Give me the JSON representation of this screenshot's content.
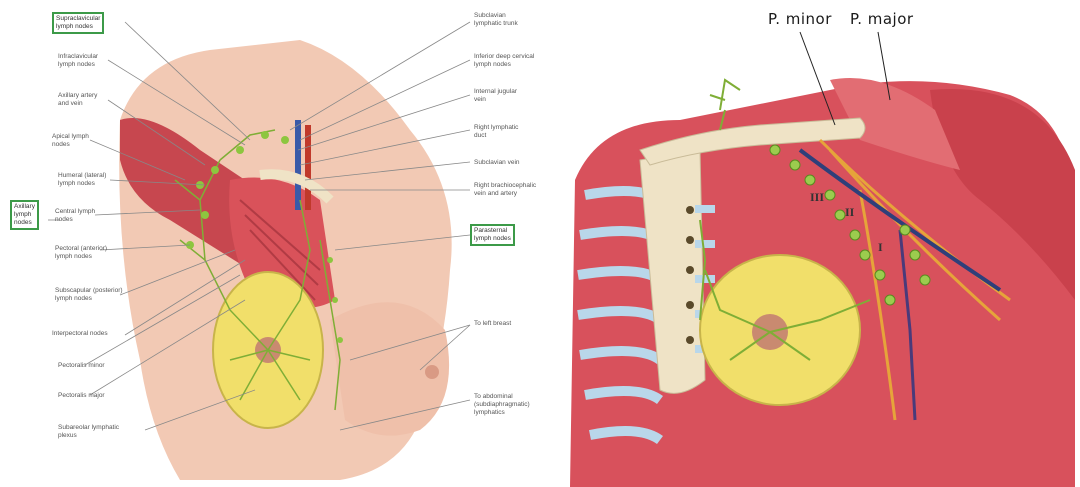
{
  "left_figure": {
    "labels_left": {
      "supraclavicular": "Supraclavicular\nlymph nodes",
      "infraclavicular": "Infraclavicular\nlymph nodes",
      "axillary_artery": "Axillary artery\nand vein",
      "apical": "Apical lymph\nnodes",
      "humeral": "Humeral (lateral)\nlymph nodes",
      "central": "Central lymph\nnodes",
      "pectoral": "Pectoral (anterior)\nlymph nodes",
      "subscapular": "Subscapular (posterior)\nlymph nodes",
      "interpectoral": "Interpectoral nodes",
      "pectoralis_minor": "Pectoralis minor",
      "pectoralis_major": "Pectoralis major",
      "subareolar": "Subareolar lymphatic\nplexus",
      "axillary_nodes": "Axillary\nlymph\nnodes"
    },
    "labels_right": {
      "subclavian_trunk": "Subclavian\nlymphatic trunk",
      "inferior_deep_cervical": "Inferior deep cervical\nlymph nodes",
      "internal_jugular": "Internal jugular\nvein",
      "right_lymphatic_duct": "Right lymphatic\nduct",
      "subclavian_vein": "Subclavian vein",
      "brachiocephalic": "Right brachiocephalic\nvein and artery",
      "parasternal": "Parasternal\nlymph nodes",
      "to_left_breast": "To left breast",
      "to_abdominal": "To abdominal\n(subdiaphragmatic)\nlymphatics"
    }
  },
  "right_figure": {
    "p_minor": "P. minor",
    "p_major": "P. major",
    "level_iii": "III",
    "level_ii": "II",
    "level_i": "I"
  },
  "colors": {
    "skin": "#f2c9b4",
    "muscle": "#d9525a",
    "gland": "#f1df6a",
    "lymph": "#8dc63f",
    "box_border": "#3c9a48",
    "bone": "#efe3c6",
    "cartilage": "#b9d7ea"
  }
}
